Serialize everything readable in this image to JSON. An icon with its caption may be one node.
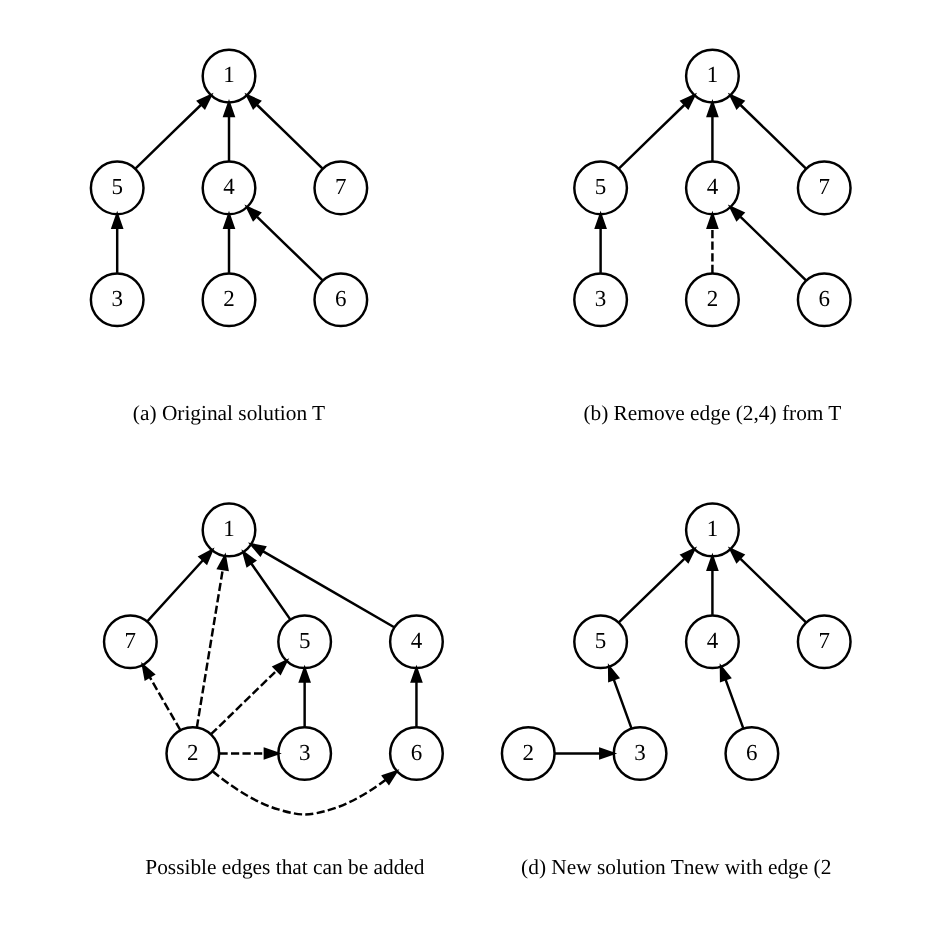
{
  "diagram": {
    "nodes": [
      {
        "text": [
          "1"
        ]
      },
      {
        "text": [
          "5"
        ]
      },
      {
        "text": [
          "7"
        ]
      },
      {
        "text": [
          "4"
        ]
      },
      {
        "text": [
          "3"
        ]
      },
      {
        "text": [
          "2"
        ]
      },
      {
        "text": [
          "6"
        ]
      },
      {
        "text": [
          "1"
        ]
      },
      {
        "text": [
          "5"
        ]
      },
      {
        "text": [
          "7"
        ]
      },
      {
        "text": [
          "4"
        ]
      },
      {
        "text": [
          "3"
        ]
      },
      {
        "text": [
          "2"
        ]
      },
      {
        "text": [
          "6"
        ]
      },
      {
        "text": [
          "1"
        ]
      },
      {
        "text": [
          "5"
        ]
      },
      {
        "text": [
          "7"
        ]
      },
      {
        "text": [
          "4"
        ]
      },
      {
        "text": [
          "3"
        ]
      },
      {
        "text": [
          "2"
        ]
      },
      {
        "text": [
          "6"
        ]
      },
      {
        "text": [
          "1"
        ]
      },
      {
        "text": [
          "5"
        ]
      },
      {
        "text": [
          "7"
        ]
      },
      {
        "text": [
          "4"
        ]
      },
      {
        "text": [
          "3"
        ]
      },
      {
        "text": [
          "2"
        ]
      },
      {
        "text": [
          "6"
        ]
      }
    ],
    "edges": [
      {
        "from": 1,
        "to": 0,
        "arrow": "to"
      },
      {
        "from": 2,
        "to": 0,
        "arrow": "to"
      },
      {
        "from": 3,
        "to": 0,
        "arrow": "to"
      },
      {
        "from": 4,
        "to": 1,
        "arrow": "to"
      },
      {
        "from": 5,
        "to": 3,
        "arrow": "to"
      },
      {
        "from": 6,
        "to": 3,
        "arrow": "to"
      },
      {
        "from": 8,
        "to": 7,
        "arrow": "to"
      },
      {
        "from": 9,
        "to": 7,
        "arrow": "to"
      },
      {
        "from": 10,
        "to": 7,
        "arrow": "to"
      },
      {
        "from": 11,
        "to": 8,
        "arrow": "to"
      },
      {
        "from": 12,
        "to": 10,
        "arrow": "to",
        "style": "dashed"
      },
      {
        "from": 13,
        "to": 10,
        "arrow": "to"
      },
      {
        "from": 15,
        "to": 14,
        "arrow": "to"
      },
      {
        "from": 16,
        "to": 14,
        "arrow": "to"
      },
      {
        "from": 17,
        "to": 14,
        "arrow": "to"
      },
      {
        "from": 18,
        "to": 15,
        "arrow": "to"
      },
      {
        "from": 20,
        "to": 17,
        "arrow": "to"
      },
      {
        "from": 19,
        "to": 15,
        "arrow": "to",
        "style": "dashed"
      },
      {
        "from": 19,
        "to": 16,
        "arrow": "to",
        "style": "dashed"
      },
      {
        "from": 19,
        "to": 18,
        "arrow": "to",
        "style": "dashed"
      },
      {
        "from": 19,
        "to": 20,
        "arrow": "to",
        "style": "dashed"
      },
      {
        "from": 19,
        "to": 14,
        "arrow": "to",
        "style": "dashed"
      },
      {
        "from": 22,
        "to": 21,
        "arrow": "to"
      },
      {
        "from": 23,
        "to": 21,
        "arrow": "to"
      },
      {
        "from": 24,
        "to": 21,
        "arrow": "to"
      },
      {
        "from": 25,
        "to": 22,
        "arrow": "to"
      },
      {
        "from": 27,
        "to": 24,
        "arrow": "to"
      },
      {
        "from": 26,
        "to": 25,
        "arrow": "to"
      }
    ],
    "labels": [
      "(a) Original solution T",
      "(b) Remove edge (2,4) from T",
      "Possible edges that can be added",
      "(d) New solution Tnew with edge (2"
    ]
  }
}
